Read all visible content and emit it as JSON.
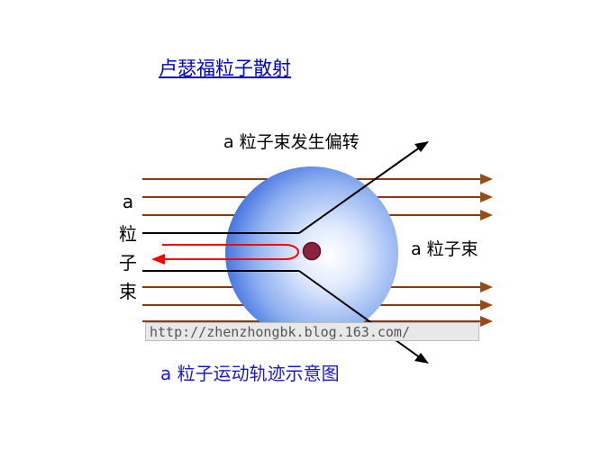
{
  "title": "卢瑟福粒子散射",
  "deflect_label": "a 粒子束发生偏转",
  "beam_right_label": "a 粒子束",
  "beam_left_label_chars": [
    "a",
    "粒",
    "子",
    "束"
  ],
  "watermark": "http://zhenzhongbk.blog.163.com/",
  "caption": "a 粒子运动轨迹示意图",
  "colors": {
    "beam_line": "#8b3a0e",
    "beam_arrow": "#9b4a14",
    "sphere_center": "#ffffff",
    "sphere_mid": "#8fb0f0",
    "sphere_edge": "#3f6fe0",
    "nucleus": "#8a2240",
    "rebound": "#ff0000",
    "deflected": "#000000",
    "title": "#0000cc",
    "caption": "#1a1ad6"
  }
}
